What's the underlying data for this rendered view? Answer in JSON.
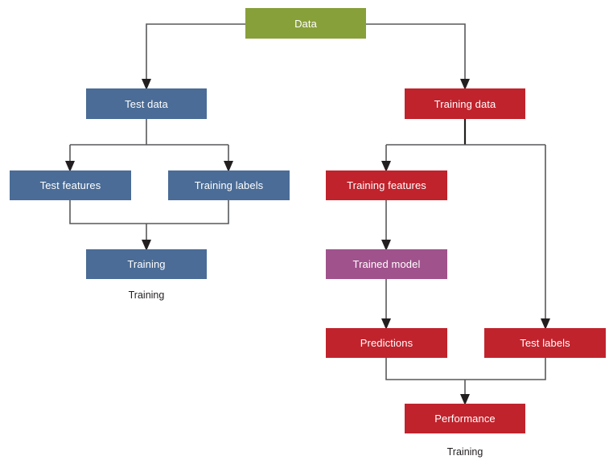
{
  "diagram": {
    "title": "Machine learning train/test workflow flowchart",
    "colors": {
      "data": "#88a03a",
      "test_branch": "#4a6c96",
      "training_branch": "#c0232c",
      "model": "#a0528c",
      "edge": "#58595b",
      "arrowhead": "#231f20",
      "background": "#ffffff",
      "node_text": "#ffffff",
      "caption_text": "#231f20"
    },
    "nodes": [
      {
        "id": "data",
        "label": "Data",
        "color_role": "data"
      },
      {
        "id": "test_data",
        "label": "Test data",
        "color_role": "test_branch"
      },
      {
        "id": "training_data",
        "label": "Training data",
        "color_role": "training_branch"
      },
      {
        "id": "test_features",
        "label": "Test features",
        "color_role": "test_branch"
      },
      {
        "id": "training_labels",
        "label": "Training labels",
        "color_role": "test_branch"
      },
      {
        "id": "training_features",
        "label": "Training features",
        "color_role": "training_branch"
      },
      {
        "id": "training_box",
        "label": "Training",
        "color_role": "test_branch"
      },
      {
        "id": "trained_model",
        "label": "Trained model",
        "color_role": "model"
      },
      {
        "id": "predictions",
        "label": "Predictions",
        "color_role": "training_branch"
      },
      {
        "id": "test_labels",
        "label": "Test labels",
        "color_role": "training_branch"
      },
      {
        "id": "performance",
        "label": "Performance",
        "color_role": "training_branch"
      }
    ],
    "captions": [
      {
        "id": "left_caption",
        "label": "Training"
      },
      {
        "id": "right_caption",
        "label": "Training"
      }
    ],
    "edges": [
      {
        "from": "data",
        "to": "test_data"
      },
      {
        "from": "data",
        "to": "training_data"
      },
      {
        "from": "test_data",
        "to": "test_features"
      },
      {
        "from": "test_data",
        "to": "training_labels"
      },
      {
        "from": "test_features",
        "to": "training_box"
      },
      {
        "from": "training_labels",
        "to": "training_box"
      },
      {
        "from": "training_data",
        "to": "training_features"
      },
      {
        "from": "training_data",
        "to": "test_labels"
      },
      {
        "from": "training_features",
        "to": "trained_model"
      },
      {
        "from": "trained_model",
        "to": "predictions"
      },
      {
        "from": "predictions",
        "to": "performance"
      },
      {
        "from": "test_labels",
        "to": "performance"
      }
    ]
  }
}
